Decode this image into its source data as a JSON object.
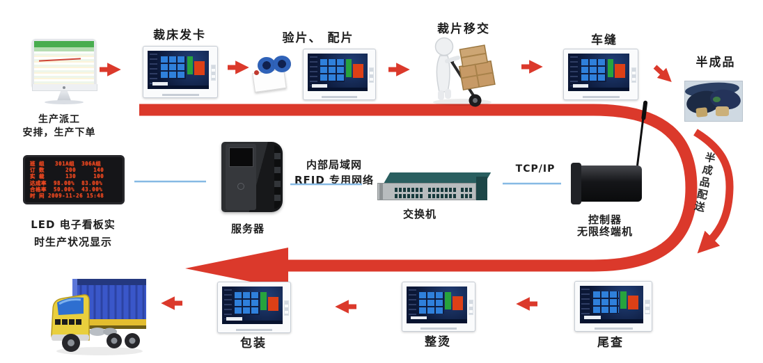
{
  "colors": {
    "flow_red": "#db392b",
    "link_blue": "#86b9e4",
    "title_text": "#1d1d1d"
  },
  "top_flow": {
    "dispatch": {
      "caption1": "生产派工",
      "caption2": "安排，生产下单"
    },
    "cutting": {
      "title": "裁床发卡"
    },
    "inspect": {
      "title": "验片、 配片"
    },
    "transfer": {
      "title": "裁片移交"
    },
    "sewing": {
      "title": "车缝"
    },
    "semifinished": {
      "title": "半成品"
    }
  },
  "middle": {
    "led": {
      "caption1": "LED 电子看板实",
      "caption2": "时生产状况显示",
      "rows": [
        "班 组   301A组  306A组",
        "订 数      200     140",
        "实 裁      130     100",
        "达成率  98.00%  83.00%",
        "合格率  50.00%  43.00%",
        "时 间 2009-11-26 15:48"
      ]
    },
    "server": {
      "caption": "服务器"
    },
    "lan": {
      "line1": "内部局域网",
      "line2": "RFID 专用网络"
    },
    "switch": {
      "caption": "交换机"
    },
    "tcpip_label": "TCP/IP",
    "controller": {
      "caption1": "控制器",
      "caption2": "无限终端机"
    }
  },
  "bottom_flow": {
    "packing": {
      "caption": "包装"
    },
    "ironing": {
      "caption": "整烫"
    },
    "final_check": {
      "caption": "尾查"
    }
  },
  "side": {
    "delivery_label": "半成品配送"
  }
}
